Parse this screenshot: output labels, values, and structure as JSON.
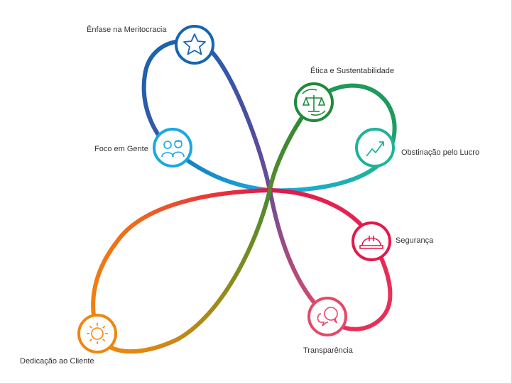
{
  "values": [
    {
      "label": "Ênfase na Meritocracia",
      "icon": "star-icon",
      "color": "#1565b0"
    },
    {
      "label": "Foco em Gente",
      "icon": "people-icon",
      "color": "#1aa8df"
    },
    {
      "label": "Ética e Sustentabilidade",
      "icon": "scales-icon",
      "color": "#1e8a3a"
    },
    {
      "label": "Obstinação pelo Lucro",
      "icon": "trend-up-icon",
      "color": "#1fb39a"
    },
    {
      "label": "Segurança",
      "icon": "hard-hat-icon",
      "color": "#e3184a"
    },
    {
      "label": "Transparência",
      "icon": "chat-bubbles-icon",
      "color": "#e54868"
    },
    {
      "label": "Dedicação ao Cliente",
      "icon": "sun-icon",
      "color": "#ef8610"
    }
  ]
}
